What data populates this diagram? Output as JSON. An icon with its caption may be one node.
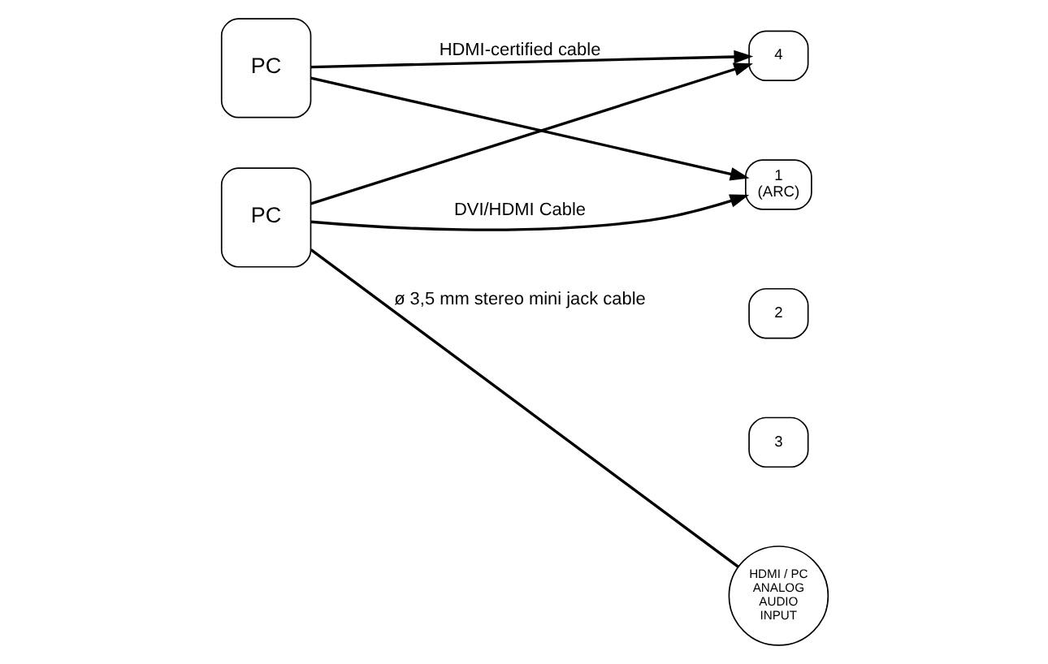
{
  "diagram": {
    "nodes": [
      {
        "text": [
          "PC"
        ]
      },
      {
        "text": [
          "PC"
        ]
      },
      {
        "text": [
          "4"
        ]
      },
      {
        "text": [
          "1",
          "(ARC)"
        ]
      },
      {
        "text": [
          "2"
        ]
      },
      {
        "text": [
          "3"
        ]
      },
      {
        "text": [
          "HDMI / PC ANALOG AUDIO INPUT"
        ]
      }
    ],
    "edges": [
      {
        "from": 0,
        "to": 2,
        "arrow": "to",
        "label": "HDMI-certified cable"
      },
      {
        "from": 0,
        "to": 3,
        "arrow": "to"
      },
      {
        "from": 1,
        "to": 2,
        "arrow": "to"
      },
      {
        "from": 1,
        "to": 3,
        "arrow": "to",
        "label": "DVI/HDMI Cable"
      },
      {
        "from": 1,
        "to": 6,
        "arrow": "none",
        "label": "ø 3,5 mm stereo mini jack cable"
      }
    ]
  }
}
